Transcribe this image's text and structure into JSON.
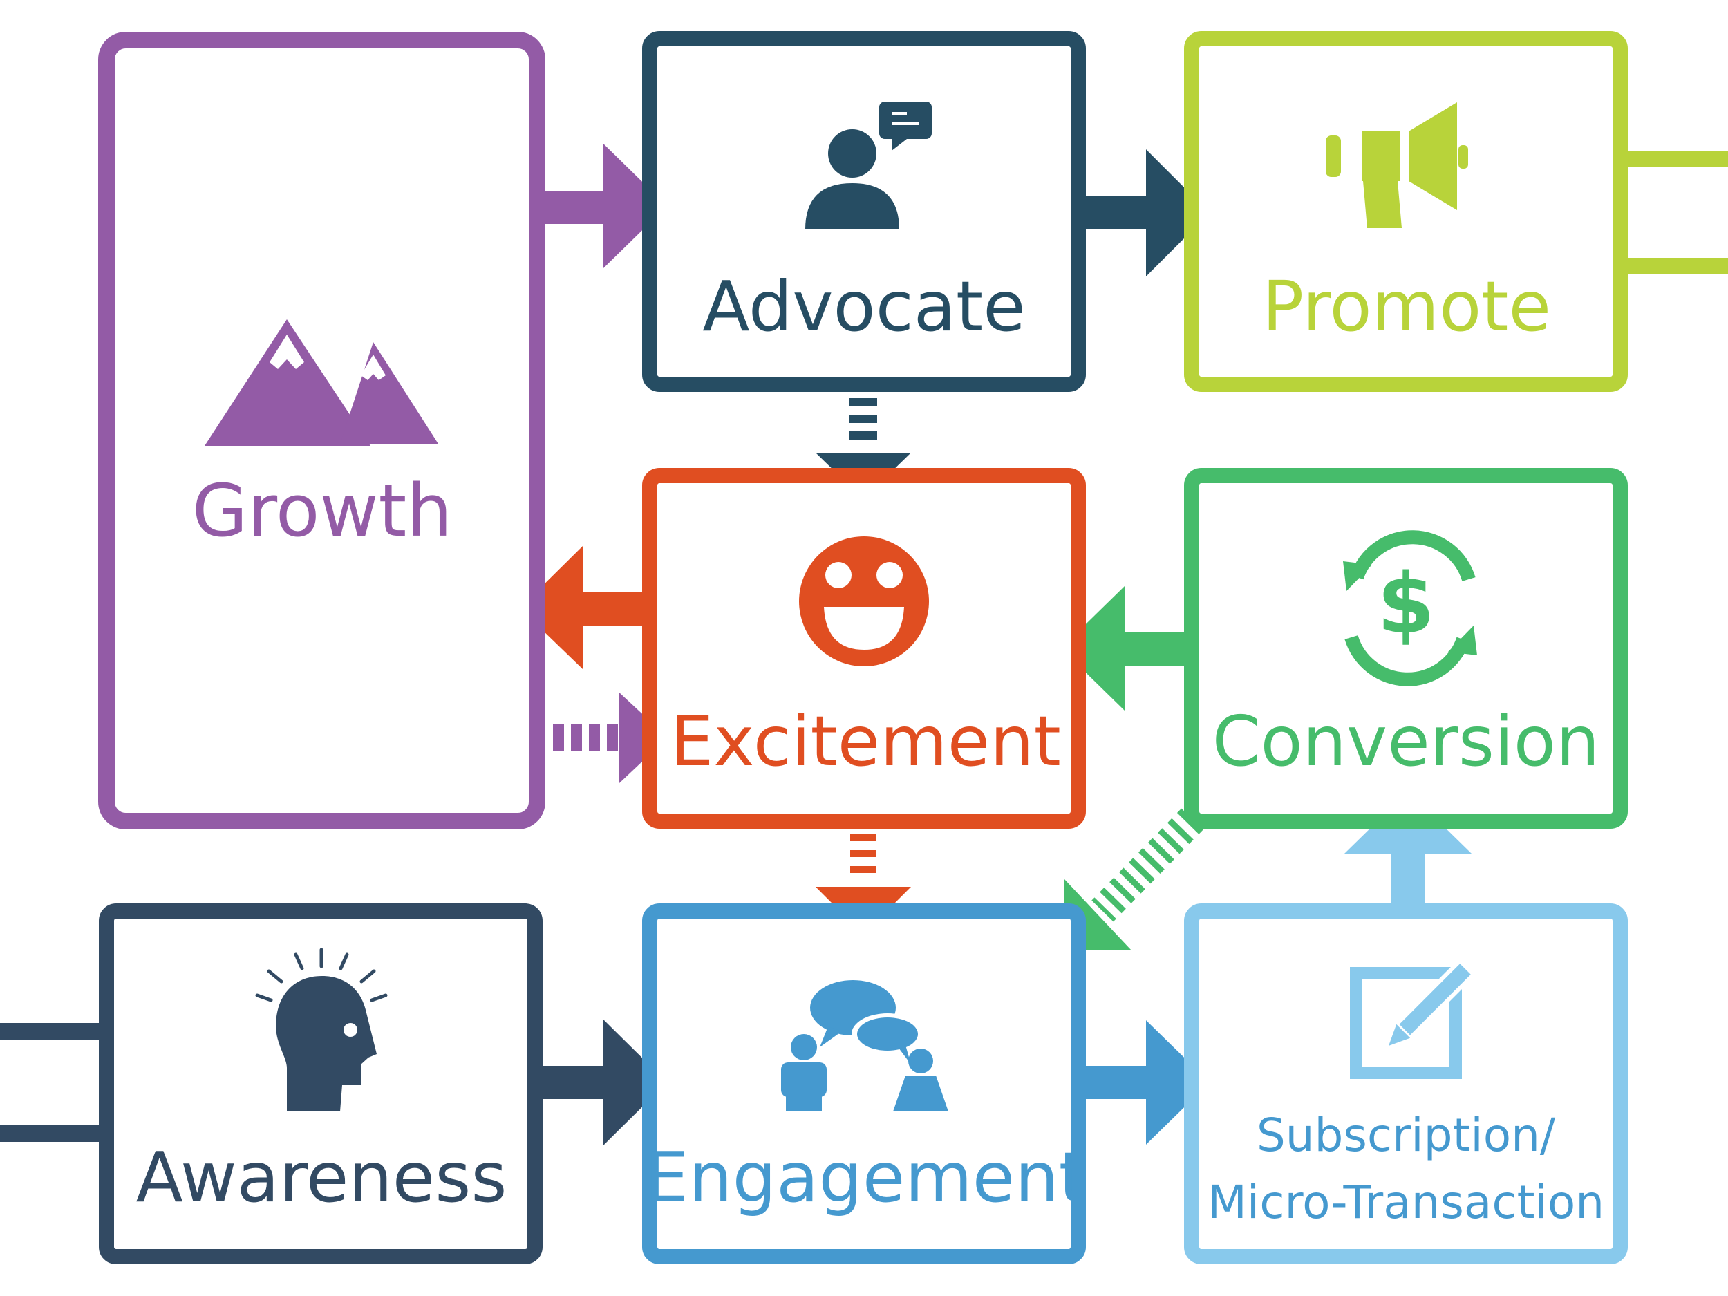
{
  "nodes": {
    "growth": {
      "label": "Growth",
      "color": "#935BA6"
    },
    "advocate": {
      "label": "Advocate",
      "color": "#264D63"
    },
    "promote": {
      "label": "Promote",
      "color": "#B8D33A"
    },
    "excitement": {
      "label": "Excitement",
      "color": "#E04E21"
    },
    "conversion": {
      "label": "Conversion",
      "color": "#46BC6B"
    },
    "awareness": {
      "label": "Awareness",
      "color": "#324A63"
    },
    "engagement": {
      "label": "Engagement",
      "color": "#4599CF"
    },
    "subscription": {
      "label_line1": "Subscription/",
      "label_line2": "Micro-Transaction",
      "color": "#88C9EC"
    }
  },
  "icons": {
    "growth": "mountain-icon",
    "advocate": "person-speech-icon",
    "promote": "megaphone-icon",
    "excitement": "smiley-icon",
    "conversion": "dollar-cycle-icon",
    "awareness": "head-idea-icon",
    "engagement": "people-chat-icon",
    "subscription": "edit-pencil-icon"
  },
  "edges": [
    {
      "from": "Growth",
      "to": "Advocate",
      "style": "solid"
    },
    {
      "from": "Advocate",
      "to": "Promote",
      "style": "solid"
    },
    {
      "from": "Advocate",
      "to": "Excitement",
      "style": "dashed"
    },
    {
      "from": "Excitement",
      "to": "Growth",
      "style": "solid"
    },
    {
      "from": "Growth",
      "to": "Excitement",
      "style": "dashed"
    },
    {
      "from": "Conversion",
      "to": "Excitement",
      "style": "solid"
    },
    {
      "from": "Excitement",
      "to": "Engagement",
      "style": "dashed"
    },
    {
      "from": "Conversion",
      "to": "Engagement",
      "style": "dashed"
    },
    {
      "from": "Awareness",
      "to": "Engagement",
      "style": "solid"
    },
    {
      "from": "Engagement",
      "to": "Subscription/Micro-Transaction",
      "style": "solid"
    },
    {
      "from": "Subscription/Micro-Transaction",
      "to": "Conversion",
      "style": "solid"
    }
  ]
}
